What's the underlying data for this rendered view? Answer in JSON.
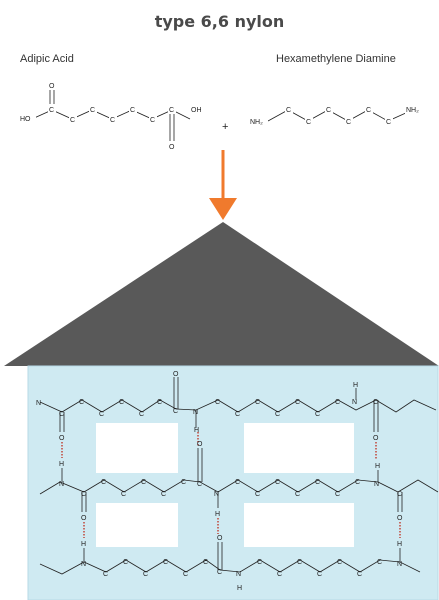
{
  "title": "type 6,6 nylon",
  "reactant_left": {
    "name": "Adipic Acid",
    "carbon": "C",
    "oxygen": "O",
    "hydroxyl": "HO",
    "hydroxyl_right": "OH"
  },
  "reactant_right": {
    "name": "Hexamethylene Diamine",
    "carbon": "C",
    "amine": "NH₂"
  },
  "plus": "+",
  "polymer": {
    "carbon": "C",
    "nitrogen": "N",
    "oxygen": "O",
    "hydrogen": "H"
  },
  "colors": {
    "arrow": "#f07a2d",
    "roof": "#595959",
    "house_fill": "#cfeaf2",
    "house_border": "#b7d9e6",
    "hbond": "#c0392b",
    "window": "#ffffff"
  }
}
